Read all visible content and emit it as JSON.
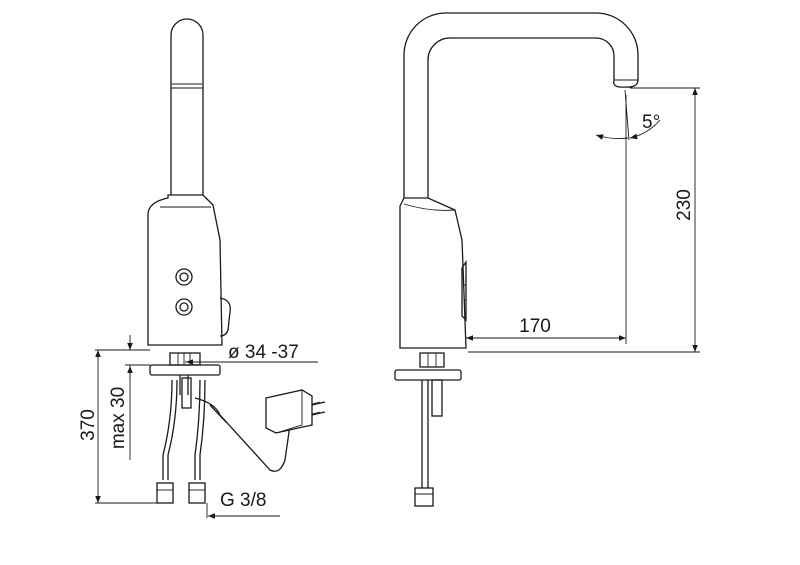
{
  "dimensions": {
    "height_total": "370",
    "counter_max": "max 30",
    "hole_diameter": "ø 34 -37",
    "connection_thread": "G 3/8",
    "spout_reach": "170",
    "spout_height": "230",
    "spout_angle": "5°"
  },
  "colors": {
    "line": "#1a1a1a",
    "background": "#ffffff"
  }
}
